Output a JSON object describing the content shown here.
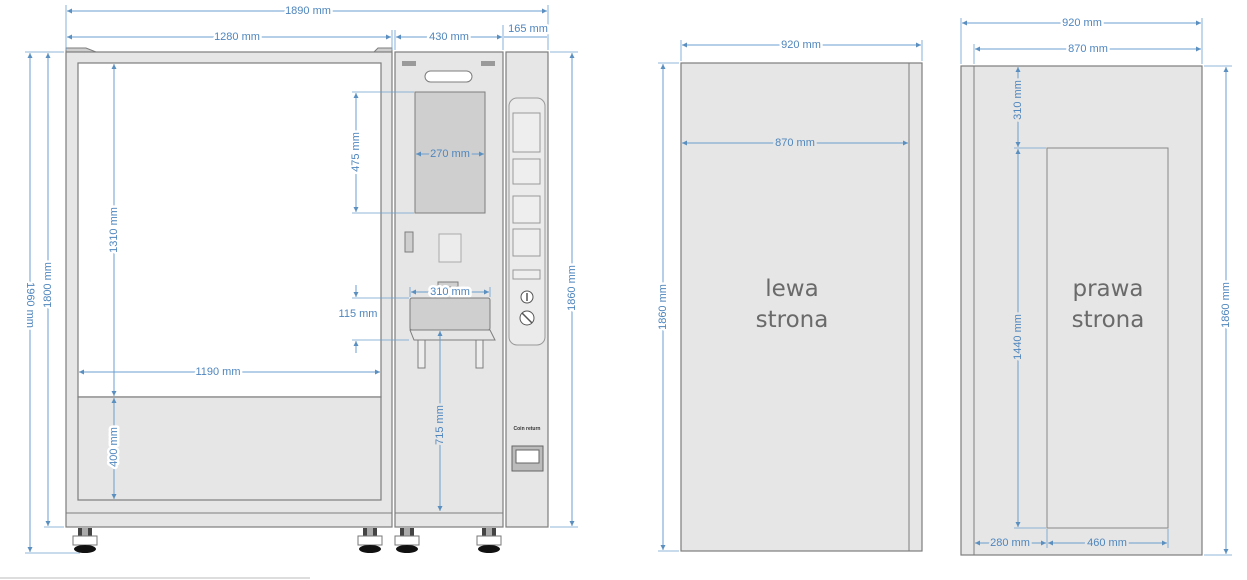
{
  "front_view": {
    "dimensions": {
      "total_width": "1890 mm",
      "left_section_width": "1280 mm",
      "middle_section_width": "430 mm",
      "right_section_width": "165 mm",
      "total_height": "1960 mm",
      "cabinet_height": "1800 mm",
      "window_height": "1310 mm",
      "lower_panel_height": "400 mm",
      "window_width": "1190 mm",
      "screen_height": "475 mm",
      "screen_width": "270 mm",
      "tray_width": "310 mm",
      "tray_height": "115 mm",
      "tray_floor_height": "715 mm",
      "right_height": "1860 mm"
    },
    "coin_return_label": "Coin return"
  },
  "left_side_view": {
    "label_line1": "lewa",
    "label_line2": "strona",
    "dimensions": {
      "width": "920 mm",
      "inner_width": "870 mm",
      "height": "1860 mm"
    }
  },
  "right_side_view": {
    "label_line1": "prawa",
    "label_line2": "strona",
    "dimensions": {
      "width": "920 mm",
      "inner_width": "870 mm",
      "top_offset": "310 mm",
      "door_height": "1440 mm",
      "left_offset": "280 mm",
      "door_width": "460 mm",
      "height": "1860 mm"
    }
  },
  "colors": {
    "dimension": "#6a9fcf",
    "panel": "#e6e6e6",
    "outline": "#7d7d7d"
  }
}
